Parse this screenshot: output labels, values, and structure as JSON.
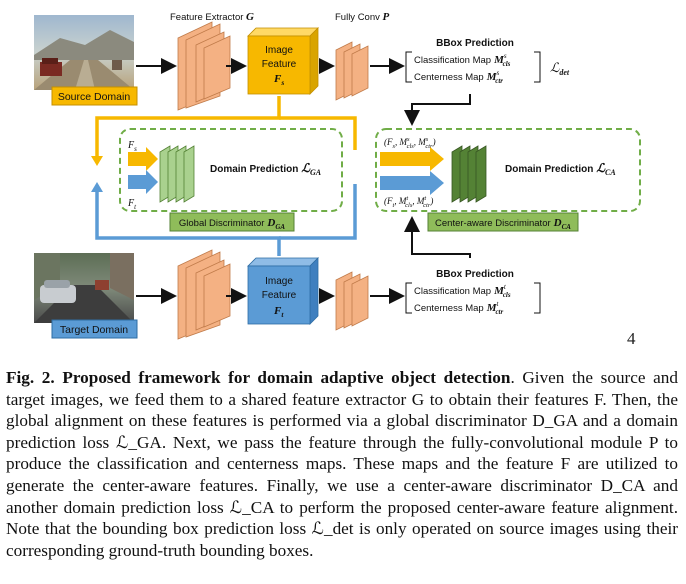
{
  "figure": {
    "source_domain_label": "Source Domain",
    "target_domain_label": "Target Domain",
    "feature_extractor_label": "Feature Extractor",
    "feature_extractor_symbol": "G",
    "fully_conv_label": "Fully Conv",
    "fully_conv_symbol": "P",
    "image_feature_line1": "Image",
    "image_feature_line2": "Feature",
    "source_feature_symbol": "F",
    "source_feature_sub": "s",
    "target_feature_symbol": "F",
    "target_feature_sub": "t",
    "bbox_title": "BBox Prediction",
    "classification_map": "Classification Map",
    "centerness_map": "Centerness Map",
    "map_symbol": "M",
    "cls_sub": "cls",
    "ctr_sub": "ctr",
    "sup_s": "s",
    "sup_t": "t",
    "loss_symbol": "ℒ",
    "det_sub": "det",
    "domain_prediction": "Domain Prediction",
    "ga_sub": "GA",
    "ca_sub": "CA",
    "global_discriminator": "Global Discriminator",
    "center_aware_discriminator": "Center-aware Discriminator",
    "disc_symbol": "D",
    "fs_input": "F",
    "ft_input": "F",
    "ca_input_source": "(F",
    "ca_input_target": "(F",
    "colors": {
      "source": "#f7b800",
      "target": "#5b9bd5",
      "extractor": "#f4b183",
      "green_dark": "#548235",
      "green_light": "#a9d18e",
      "discriminator_border": "#70ad47",
      "label_box": "#8fbc5a"
    }
  },
  "page_number": "4",
  "caption": {
    "label": "Fig. 2.",
    "title": "Proposed framework for domain adaptive object detection",
    "text": ". Given the source and target images, we feed them to a shared feature extractor G to obtain their features F. Then, the global alignment on these features is performed via a global discriminator D_GA and a domain prediction loss ℒ_GA. Next, we pass the feature through the fully-convolutional module P to produce the classification and centerness maps. These maps and the feature F are utilized to generate the center-aware features. Finally, we use a center-aware discriminator D_CA and another domain prediction loss ℒ_CA to perform the proposed center-aware feature alignment. Note that the bounding box prediction loss ℒ_det is only operated on source images using their corresponding ground-truth bounding boxes."
  }
}
